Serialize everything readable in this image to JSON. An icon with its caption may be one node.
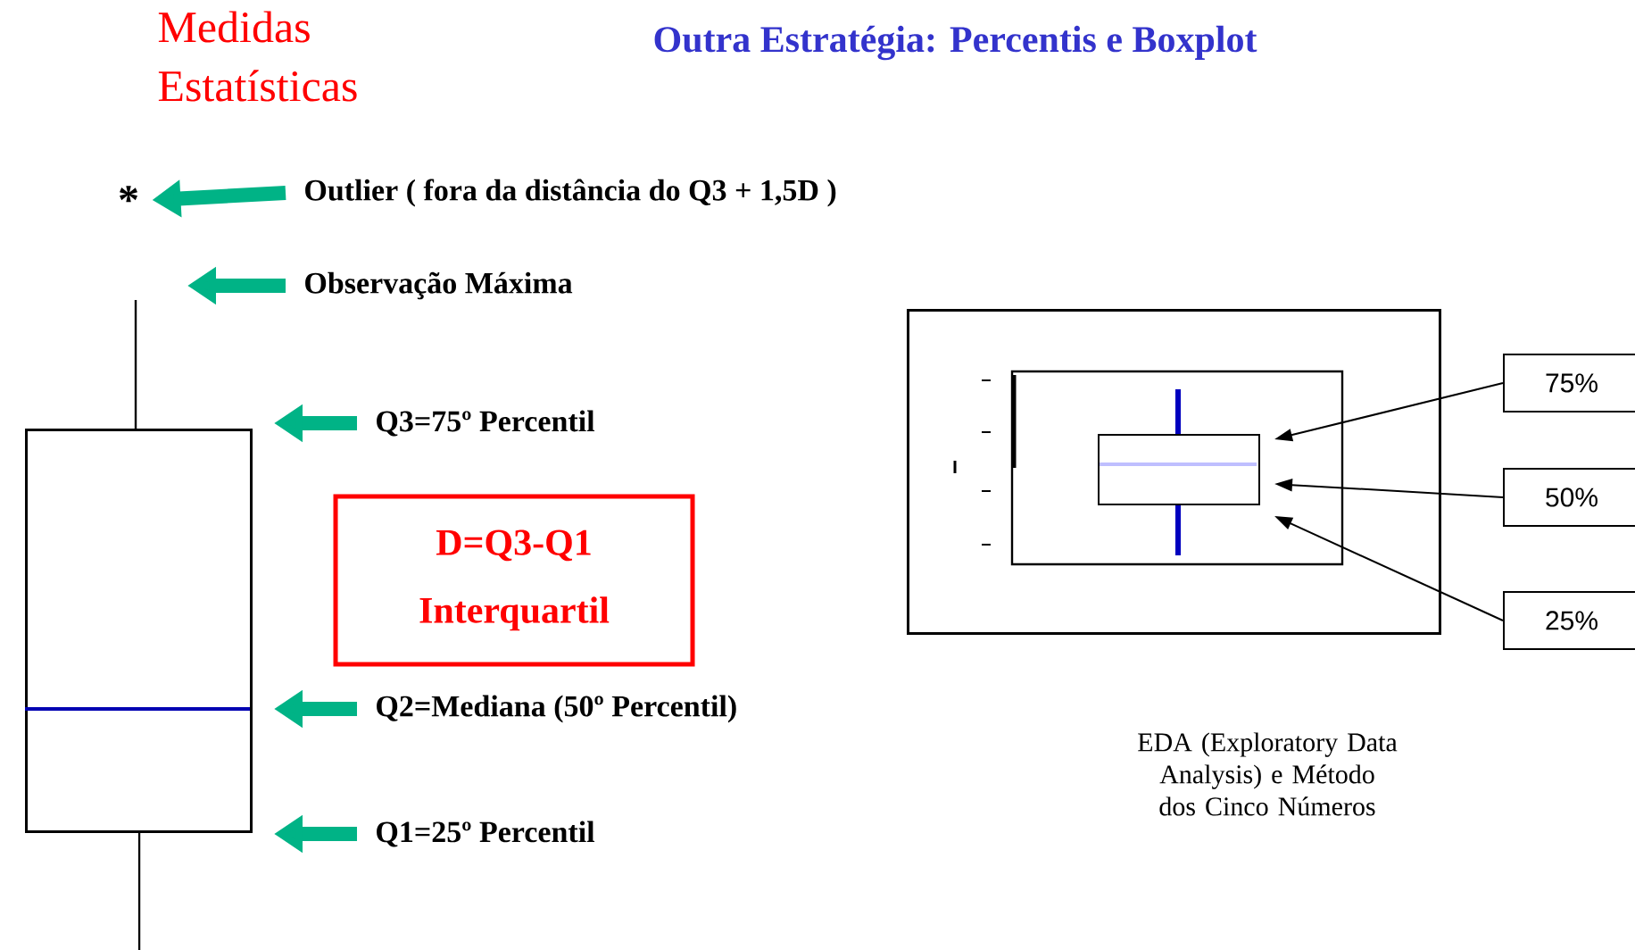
{
  "diagram": {
    "title": "Outra Estratégia: Percentis e Boxplot",
    "nodes": [
      {
        "text": [
          "*"
        ]
      },
      {
        "text": [
          "Outlier ( fora da distância do Q3 + 1,5D )"
        ]
      },
      {
        "text": [
          "Observação Máxima"
        ]
      },
      {
        "text": [
          "Q3=75º Percentil"
        ]
      },
      {
        "text": [
          "D=Q3-Q1",
          "Interquartil"
        ]
      },
      {
        "text": [
          "Q2=Mediana (50º Percentil)"
        ]
      },
      {
        "text": [
          "Q1=25º Percentil"
        ]
      },
      {
        "text": [],
        "shape": "box"
      },
      {
        "text": [],
        "shape": "box"
      },
      {
        "text": [],
        "shape": "box",
        "in": 8
      },
      {
        "text": [
          "75%"
        ]
      },
      {
        "text": [
          "50%"
        ]
      },
      {
        "text": [
          "25%"
        ]
      }
    ],
    "edges": [
      {
        "from": 1,
        "to": 0,
        "arrow": "to"
      },
      {
        "from": 2,
        "to": null,
        "arrow": "to"
      },
      {
        "from": 3,
        "to": 7,
        "arrow": "to"
      },
      {
        "from": 5,
        "to": 7,
        "arrow": "to"
      },
      {
        "from": 6,
        "to": 7,
        "arrow": "to"
      },
      {
        "from": 10,
        "to": 9,
        "arrow": "to",
        "color": "#000000"
      },
      {
        "from": 11,
        "to": 9,
        "arrow": "to",
        "color": "#000000"
      },
      {
        "from": 12,
        "to": 9,
        "arrow": "to",
        "color": "#000000"
      }
    ],
    "labels": [
      "Medidas Estatísticas",
      "EDA (Exploratory Data Analysis) e Método dos Cinco Números"
    ]
  }
}
